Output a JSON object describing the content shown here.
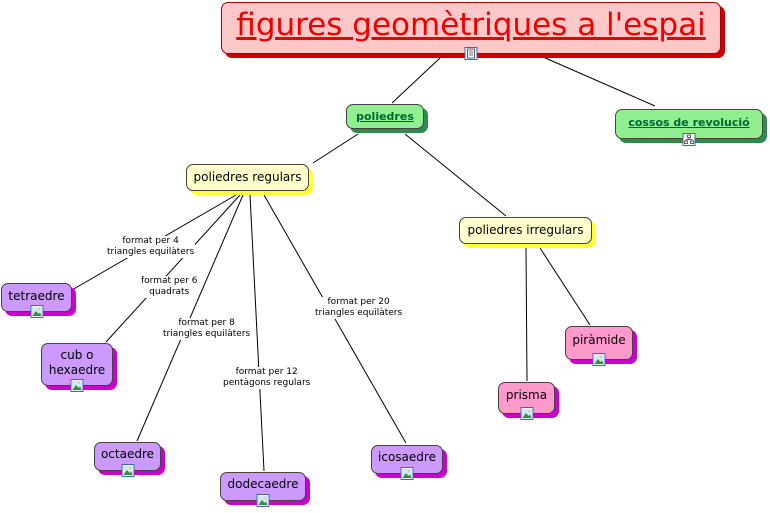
{
  "title": "figures geomètriques a l'espai",
  "nodes": {
    "poliedres": "poliedres",
    "cossos": "cossos de revolució",
    "regulars": "poliedres regulars",
    "irregulars": "poliedres irregulars",
    "tetraedre": "tetraedre",
    "cub_line1": "cub o",
    "cub_line2": "hexaedre",
    "octaedre": "octaedre",
    "dodecaedre": "dodecaedre",
    "icosaedre": "icosaedre",
    "piramide": "piràmide",
    "prisma": "prisma"
  },
  "edge_labels": {
    "tetra_1": "format per 4",
    "tetra_2": "triangles equilàters",
    "cub_1": "format per 6",
    "cub_2": "quadrats",
    "octa_1": "format per 8",
    "octa_2": "triangles equilàters",
    "dodeca_1": "format per 12",
    "dodeca_2": "pentàgons regulars",
    "icosa_1": "format per 20",
    "icosa_2": "triangles equilàters"
  },
  "colors": {
    "title_fill": "#ffc8c8",
    "title_text": "#ee0000",
    "green_fill": "#90f090",
    "yellow_fill": "#ffffcc",
    "purple_fill": "#cc99ff",
    "pink_fill": "#ff99cc",
    "shadow_magenta": "#cc00cc"
  },
  "icons": [
    "document-icon",
    "image-icon",
    "concept-map-icon"
  ]
}
